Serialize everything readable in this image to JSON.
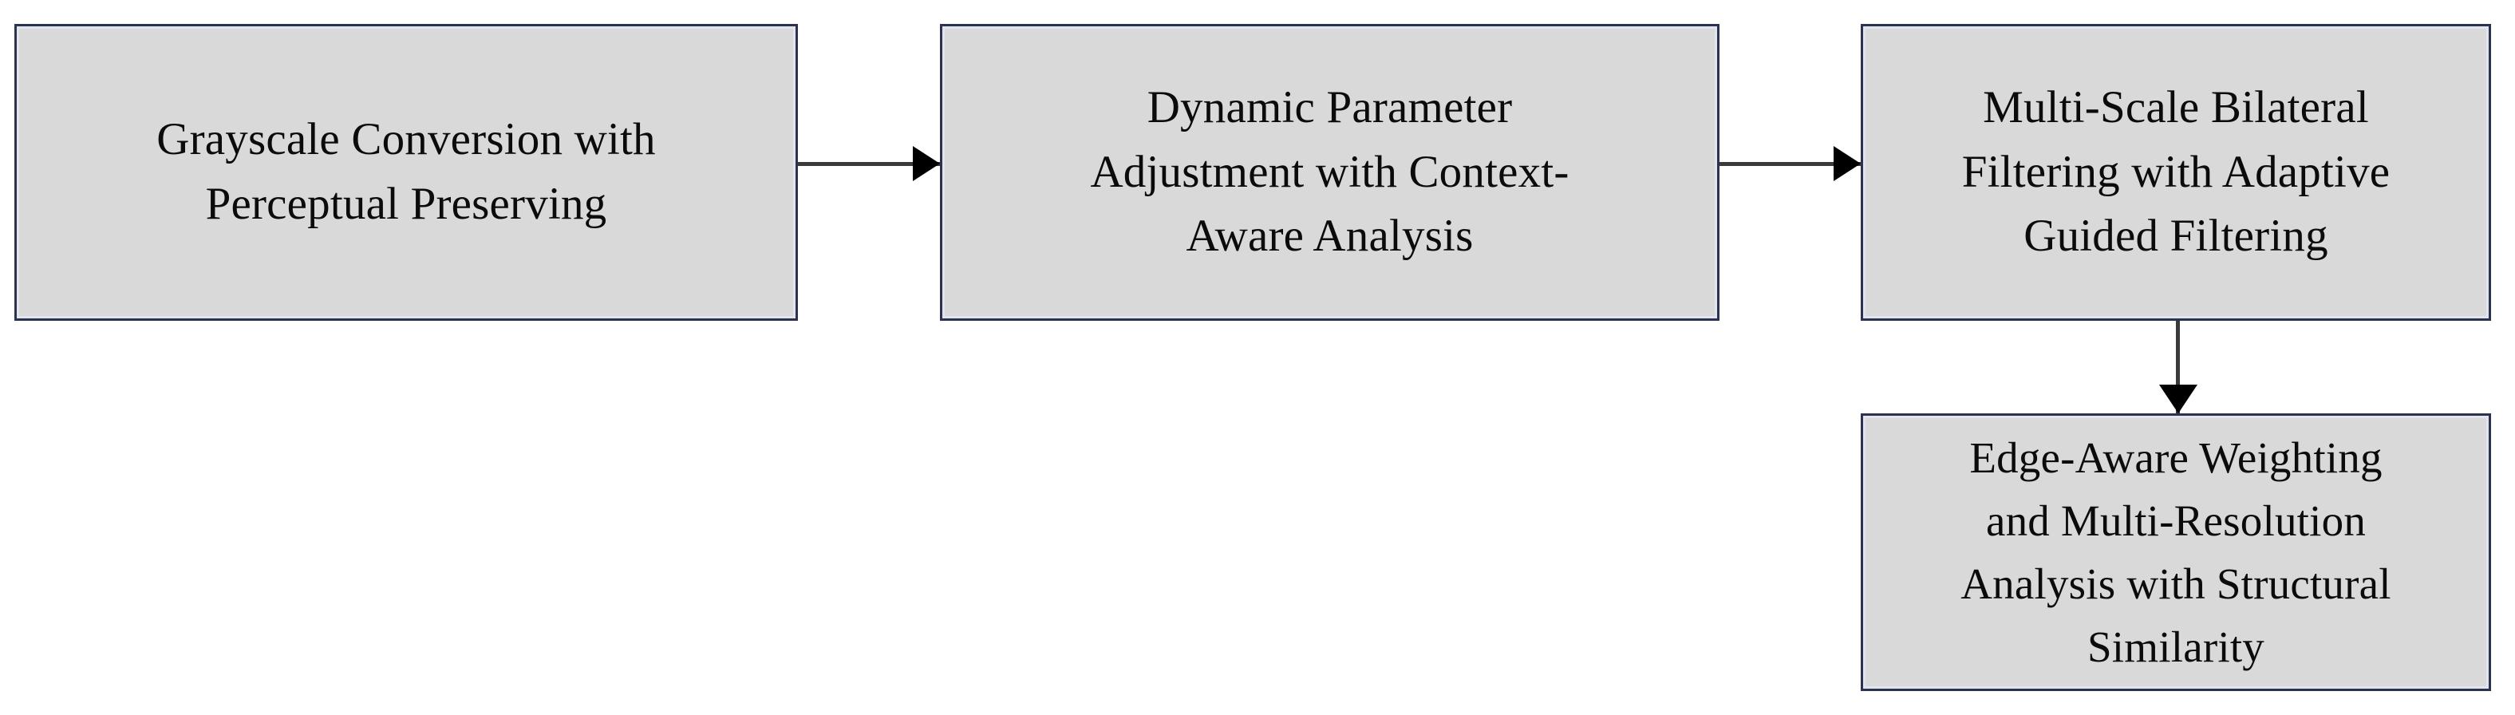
{
  "diagram": {
    "type": "flowchart",
    "orientation": "left-to-right-then-down",
    "background_color": "#ffffff",
    "node_fill_color": "#d9d9d9",
    "node_border_color": "#2c3350",
    "connector_color": "#3a3a3a",
    "text_color": "#0b0b0b",
    "nodes": [
      {
        "id": "grayscale-conversion",
        "label": "Grayscale Conversion with\nPerceptual Preserving",
        "order": 1
      },
      {
        "id": "dynamic-parameter",
        "label": "Dynamic Parameter\nAdjustment with Context-\nAware Analysis",
        "order": 2
      },
      {
        "id": "bilateral-filtering",
        "label": "Multi-Scale Bilateral\nFiltering with Adaptive\nGuided Filtering",
        "order": 3
      },
      {
        "id": "edge-aware-weighting",
        "label": "Edge-Aware Weighting\nand Multi-Resolution\nAnalysis with Structural\nSimilarity",
        "order": 4
      }
    ],
    "connectors": [
      {
        "id": "grayscale-to-dynamic",
        "from": "grayscale-conversion",
        "to": "dynamic-parameter",
        "direction": "right",
        "arrowhead": "solid-triangle"
      },
      {
        "id": "dynamic-to-bilateral",
        "from": "dynamic-parameter",
        "to": "bilateral-filtering",
        "direction": "right",
        "arrowhead": "solid-triangle"
      },
      {
        "id": "bilateral-to-edgeaware",
        "from": "bilateral-filtering",
        "to": "edge-aware-weighting",
        "direction": "down",
        "arrowhead": "solid-triangle"
      }
    ]
  }
}
